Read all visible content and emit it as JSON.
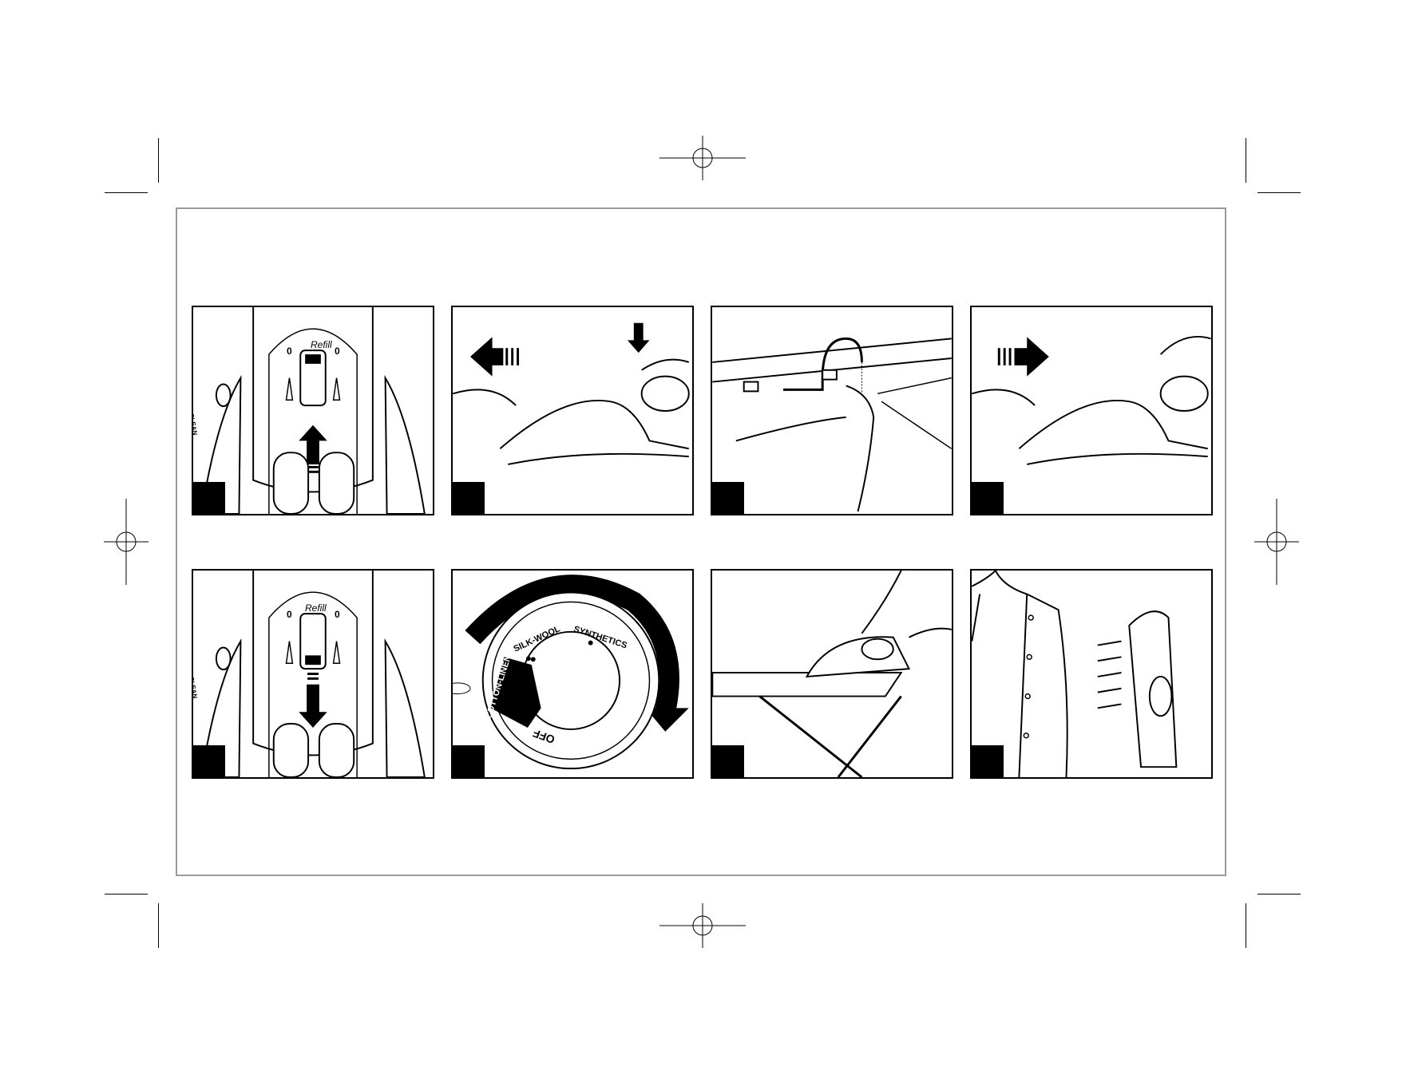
{
  "panels": [
    {
      "id": 1,
      "labels": {
        "refill": "Refill",
        "zero_left": "0",
        "zero_right": "0",
        "self_clean": "SELF CLEAN"
      }
    },
    {
      "id": 2
    },
    {
      "id": 3
    },
    {
      "id": 4
    },
    {
      "id": 5,
      "labels": {
        "refill": "Refill",
        "zero_left": "0",
        "zero_right": "0",
        "self_clean": "SELF CLEAN"
      }
    },
    {
      "id": 6,
      "labels": {
        "synthetics": "SYNTHETICS",
        "silk_wool": "SILK-WOOL",
        "cotton_linen": "COTTON-LINEN",
        "off": "OFF"
      }
    },
    {
      "id": 7
    },
    {
      "id": 8
    }
  ],
  "colors": {
    "ink": "#000000",
    "frame": "#9a9a9a"
  }
}
